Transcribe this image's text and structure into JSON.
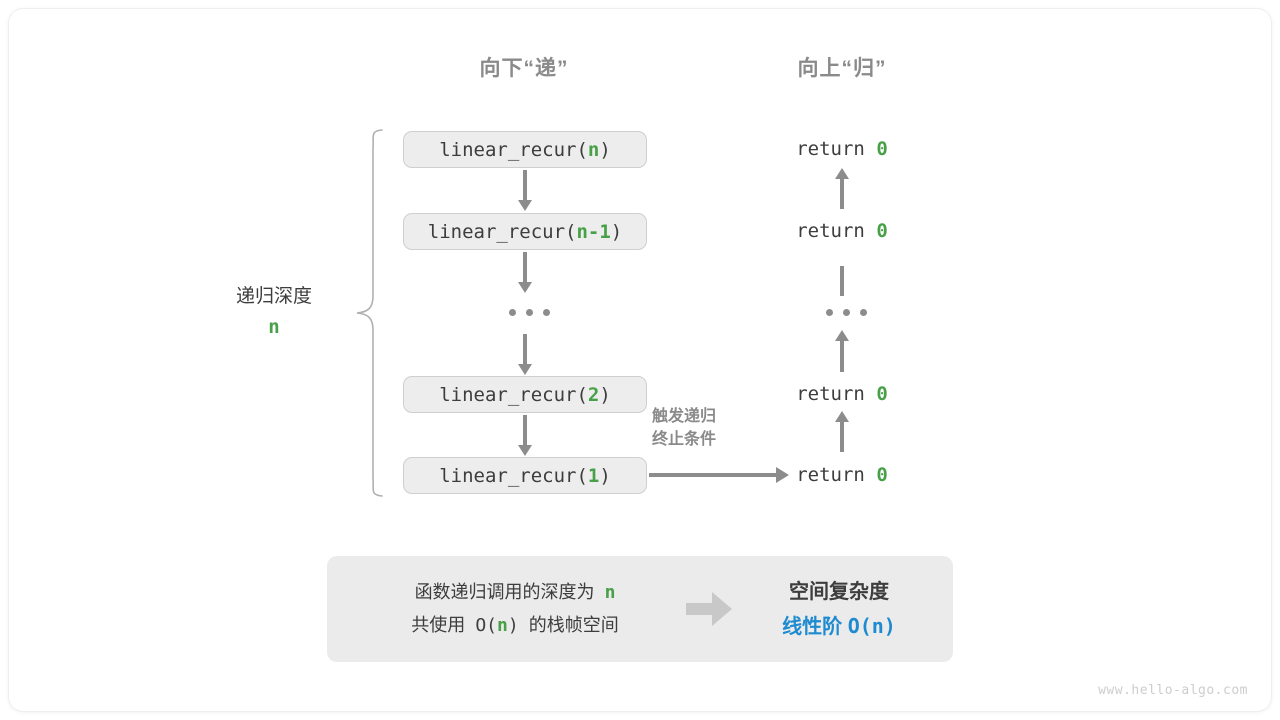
{
  "diagram": {
    "headers": {
      "down": "向下“递”",
      "up": "向上“归”"
    },
    "depth_label": {
      "text": "递归深度",
      "value": "n"
    },
    "calls": [
      {
        "prefix": "linear_recur(",
        "arg": "n",
        "suffix": ")"
      },
      {
        "prefix": "linear_recur(",
        "arg": "n-1",
        "suffix": ")"
      },
      {
        "prefix": "linear_recur(",
        "arg": "2",
        "suffix": ")"
      },
      {
        "prefix": "linear_recur(",
        "arg": "1",
        "suffix": ")"
      }
    ],
    "returns": [
      {
        "keyword": "return",
        "value": "0"
      },
      {
        "keyword": "return",
        "value": "0"
      },
      {
        "keyword": "return",
        "value": "0"
      },
      {
        "keyword": "return",
        "value": "0"
      }
    ],
    "ellipsis": "•••",
    "trigger_text_line1": "触发递归",
    "trigger_text_line2": "终止条件"
  },
  "summary": {
    "line1_before": "函数递归调用的深度为",
    "line1_var": "n",
    "line2_before": "共使用",
    "line2_expr_open": "O(",
    "line2_expr_var": "n",
    "line2_expr_close": ")",
    "line2_after": "的栈帧空间",
    "arrow_icon": "right-block-arrow-icon",
    "result_title": "空间复杂度",
    "result_label": "线性阶",
    "result_value": "O(n)"
  },
  "watermark": "www.hello-algo.com",
  "colors": {
    "green": "#48a048",
    "blue": "#1e8bd0",
    "gray_text": "#3d3d3d",
    "gray_muted": "#8a8a8a",
    "arrow_gray": "#8c8c8c",
    "box_fill": "#ededed",
    "box_border": "#cfcfcf",
    "panel_fill": "#ebebeb"
  }
}
